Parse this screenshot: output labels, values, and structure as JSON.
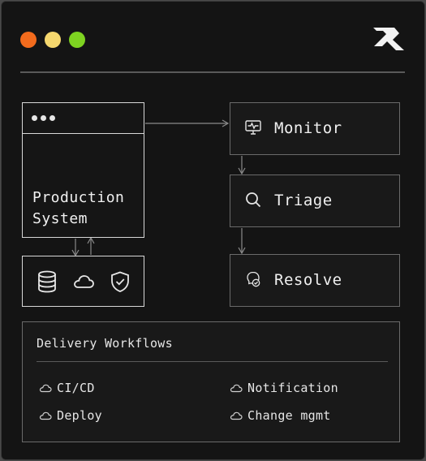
{
  "window": {
    "controls": [
      "close",
      "minimize",
      "maximize"
    ],
    "logo": "brand-logo"
  },
  "production": {
    "label": "Production\nSystem"
  },
  "infra": {
    "icons": [
      "database-icon",
      "cloud-icon",
      "shield-check-icon"
    ]
  },
  "pipeline": {
    "monitor": {
      "label": "Monitor",
      "icon": "monitor-icon"
    },
    "triage": {
      "label": "Triage",
      "icon": "search-icon"
    },
    "resolve": {
      "label": "Resolve",
      "icon": "resolve-icon"
    }
  },
  "workflows": {
    "title": "Delivery Workflows",
    "items": [
      {
        "label": "CI/CD",
        "icon": "cloud-icon"
      },
      {
        "label": "Notification",
        "icon": "cloud-icon"
      },
      {
        "label": "Deploy",
        "icon": "cloud-icon"
      },
      {
        "label": "Change mgmt",
        "icon": "cloud-icon"
      }
    ]
  },
  "colors": {
    "background": "#141414",
    "close": "#f26b1d",
    "minimize": "#f5d76e",
    "maximize": "#7ed321",
    "border": "#d8d8d8",
    "muted_border": "#6a6a6a"
  }
}
